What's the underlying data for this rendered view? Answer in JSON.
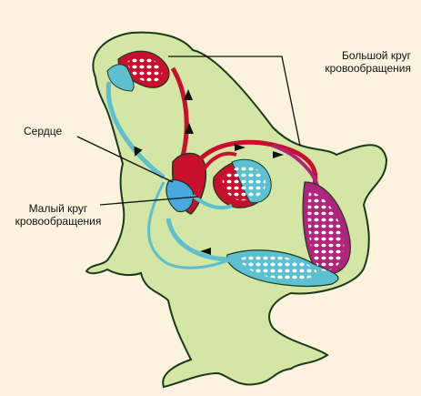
{
  "labels": {
    "systemic": [
      "Большой круг",
      "кровообращения"
    ],
    "heart": "Сердце",
    "pulmonary": [
      "Малый круг",
      "кровообращения"
    ]
  },
  "colors": {
    "background": "#fbf3dd",
    "body": "#d4e6a3",
    "outline": "#1a3a20",
    "arterial": "#c8102e",
    "venous": "#5cc0d0",
    "mixed": "#b0247e"
  }
}
